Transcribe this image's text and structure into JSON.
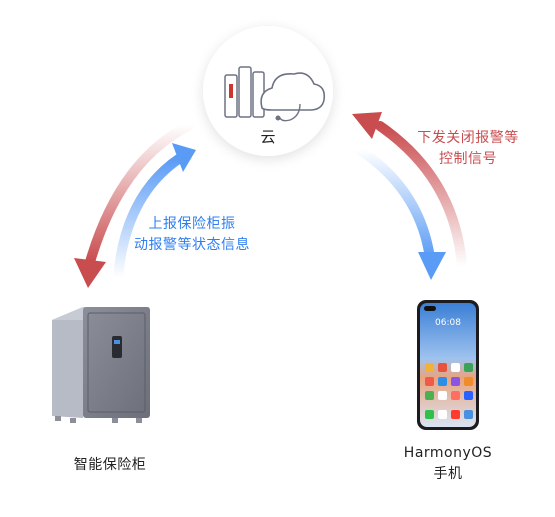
{
  "cloud": {
    "label": "云"
  },
  "safe": {
    "label": "智能保险柜"
  },
  "phone": {
    "label_line1": "HarmonyOS",
    "label_line2": "手机",
    "clock": "06:08"
  },
  "arrows": {
    "upload_line1": "上报保险柜振",
    "upload_line2": "动报警等状态信息",
    "command_line1": "下发关闭报警等",
    "command_line2": "控制信号"
  },
  "colors": {
    "blue": "#2f7ff0",
    "red": "#c94c4f"
  }
}
